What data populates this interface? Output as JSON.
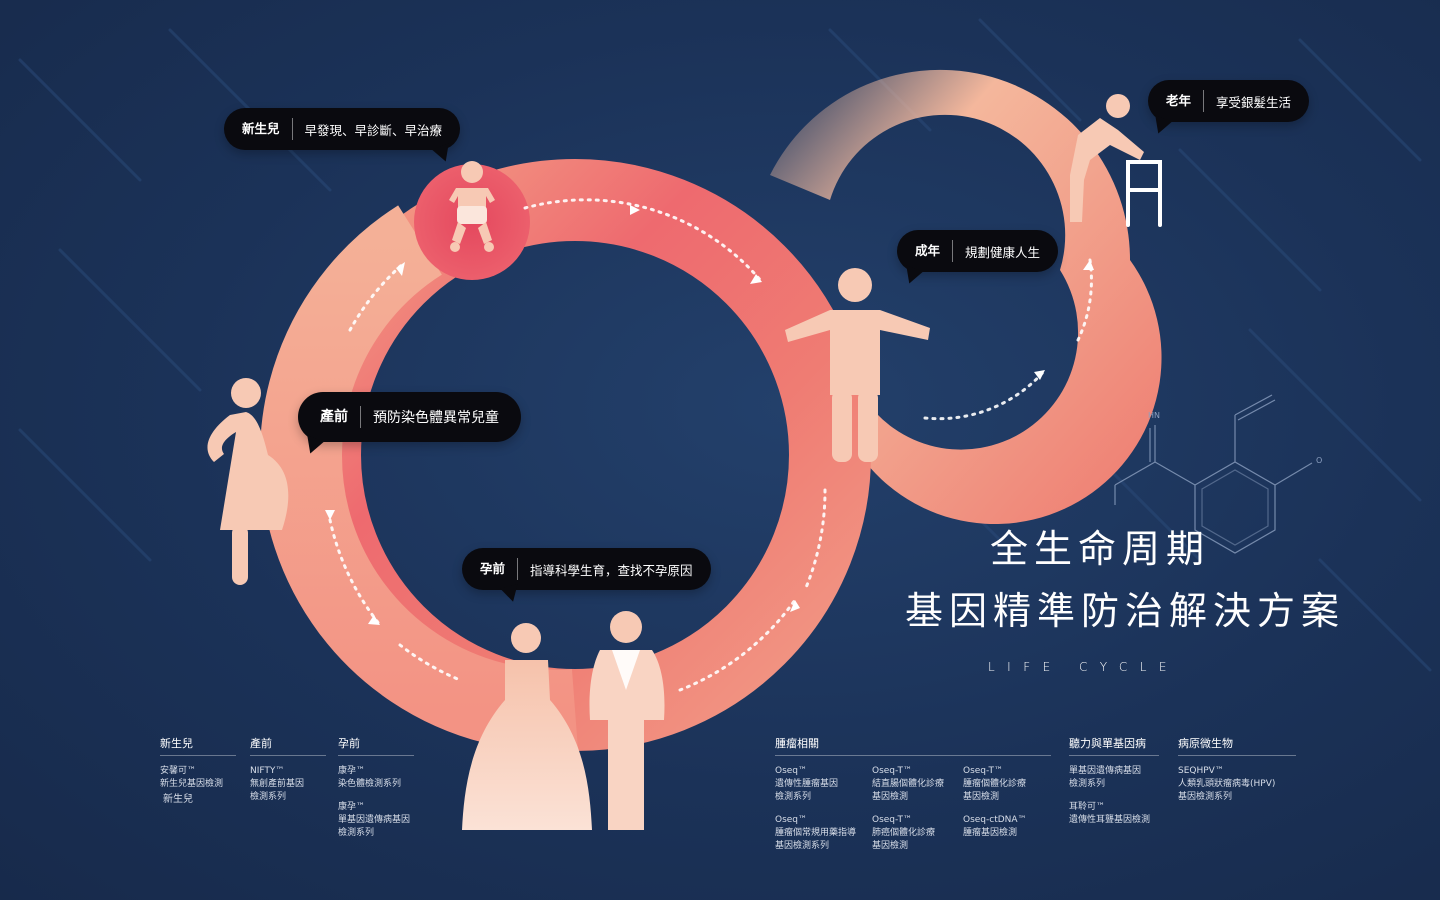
{
  "stages": {
    "newborn": {
      "tag": "新生兒",
      "text": "早發現、早診斷、早治療"
    },
    "adult": {
      "tag": "成年",
      "text": "規劃健康人生"
    },
    "elder": {
      "tag": "老年",
      "text": "享受銀髮生活"
    },
    "prenatal": {
      "tag": "產前",
      "text": "預防染色體異常兒童"
    },
    "preconception": {
      "tag": "孕前",
      "text": "指導科學生育，查找不孕原因"
    }
  },
  "title": {
    "line1": "全生命周期",
    "line2": "基因精準防治解決方案",
    "line3": "LIFE CYCLE"
  },
  "chem_labels": {
    "hn": "HN",
    "o": "O"
  },
  "products": {
    "newborn": {
      "header": "新生兒",
      "items": [
        "安馨可™\n新生兒基因檢測",
        "新生兒"
      ]
    },
    "prenatal": {
      "header": "產前",
      "items": [
        "NIFTY™\n無創產前基因\n檢測系列"
      ]
    },
    "preconception": {
      "header": "孕前",
      "items": [
        "康孕™\n染色體檢測系列",
        "康孕™\n單基因遺傳病基因\n檢測系列"
      ]
    },
    "tumor": {
      "header": "腫瘤相關",
      "items": [
        "Oseq™\n遺傳性腫瘤基因\n檢測系列",
        "Oseq-T™\n結直腸個體化診療\n基因檢測",
        "Oseq-T™\n腫瘤個體化診療\n基因檢測",
        "Oseq™\n腫瘤個常規用藥指導\n基因檢測系列",
        "Oseq-T™\n肺癌個體化診療\n基因檢測",
        "Oseq-ctDNA™\n腫瘤基因檢測"
      ]
    },
    "hearing": {
      "header": "聽力與單基因病",
      "items": [
        "單基因遺傳病基因\n檢測系列",
        "耳聆可™\n遺傳性耳聾基因檢測"
      ]
    },
    "pathogen": {
      "header": "病原微生物",
      "items": [
        "SEQHPV™\n人類乳頭狀瘤病毒(HPV)\n基因檢測系列"
      ]
    }
  },
  "colors": {
    "bg": "#1b3258",
    "ring_light": "#f2a98c",
    "ring_dark": "#e8566a",
    "figure": "#f7c9b4",
    "bubble": "#0a0a0f"
  }
}
